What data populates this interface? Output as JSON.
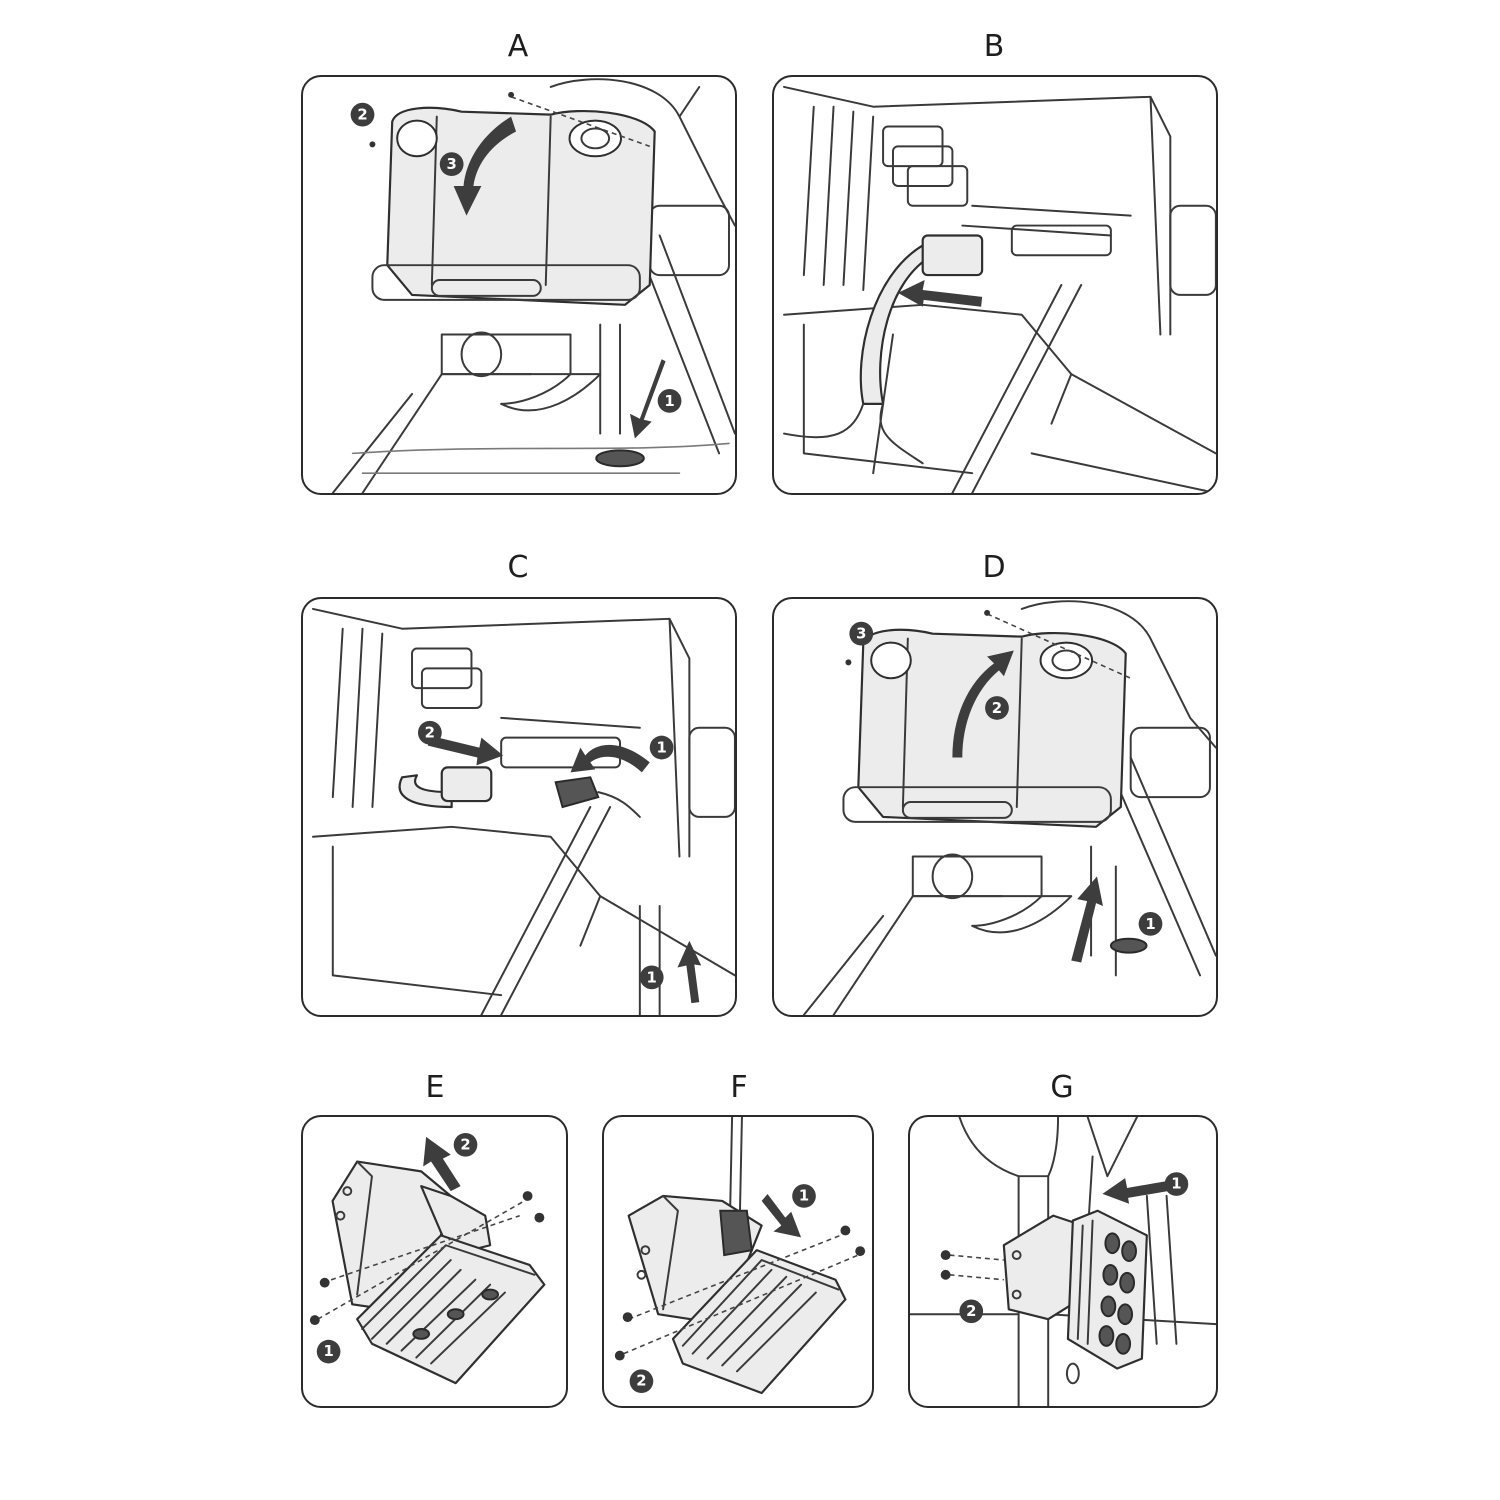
{
  "steps": [
    {
      "id": "A",
      "label": "A",
      "badges": [
        "1",
        "2",
        "3"
      ]
    },
    {
      "id": "B",
      "label": "B",
      "badges": []
    },
    {
      "id": "C",
      "label": "C",
      "badges": [
        "1",
        "2",
        "1"
      ]
    },
    {
      "id": "D",
      "label": "D",
      "badges": [
        "1",
        "2",
        "3"
      ]
    },
    {
      "id": "E",
      "label": "E",
      "badges": [
        "1",
        "2"
      ]
    },
    {
      "id": "F",
      "label": "F",
      "badges": [
        "1",
        "2"
      ]
    },
    {
      "id": "G",
      "label": "G",
      "badges": [
        "1",
        "2"
      ]
    }
  ],
  "colors": {
    "line": "#3a3a3a",
    "part_fill": "#ececec",
    "arrow": "#3d3d3d",
    "badge": "#3d3d3d"
  }
}
